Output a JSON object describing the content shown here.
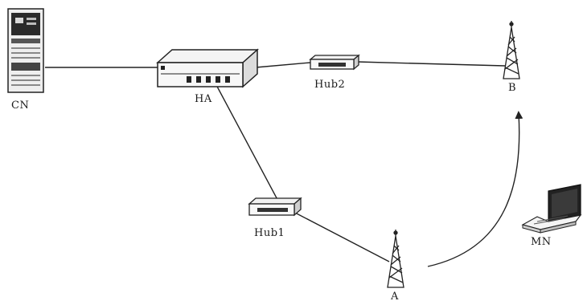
{
  "labels": {
    "cn": "CN",
    "ha": "HA",
    "hub2": "Hub2",
    "hub1": "Hub1",
    "b": "B",
    "a": "A",
    "mn": "MN"
  },
  "icons": {
    "cn": "server-icon",
    "ha": "router-icon",
    "hub2": "hub-icon",
    "hub1": "hub-icon",
    "b": "antenna-tower-icon",
    "a": "antenna-tower-icon",
    "mn": "laptop-icon"
  },
  "colors": {
    "line": "#222222",
    "device_fill": "#f4f4f4",
    "device_dark": "#333333"
  }
}
